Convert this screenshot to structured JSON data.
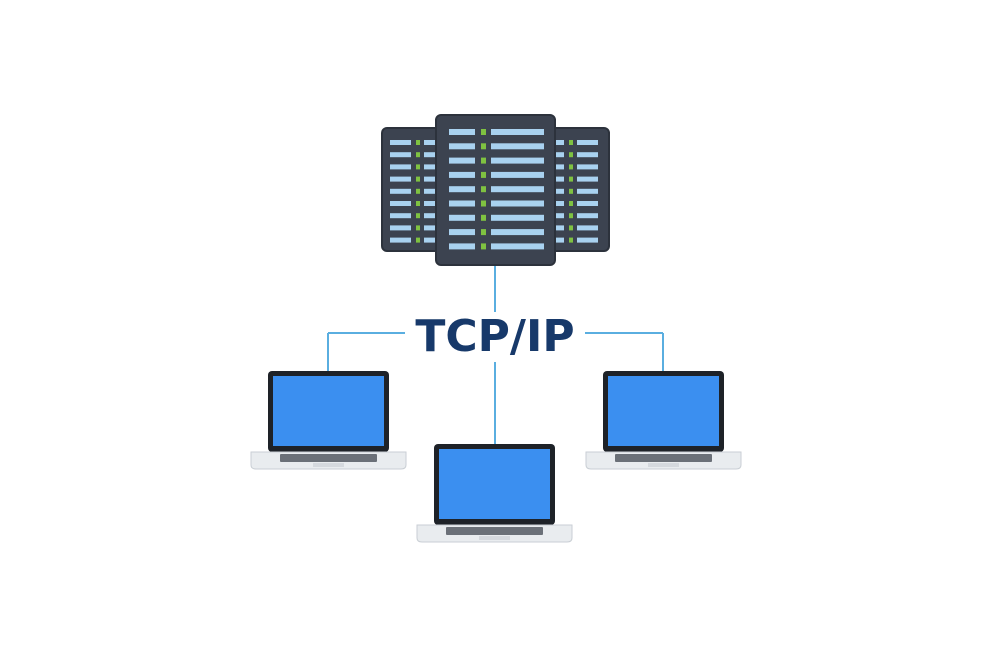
{
  "diagram": {
    "label": "TCP/IP",
    "nodes": [
      "server",
      "laptop-left",
      "laptop-center",
      "laptop-right"
    ],
    "colors": {
      "label": "#17396a",
      "line": "#5aaee0",
      "rack": "#3c4350",
      "rack_edge": "#2c323c",
      "slot": "#a9d2f0",
      "led": "#7fc241",
      "screen": "#3b8ff0",
      "bezel": "#1e2228",
      "base": "#e9ecef"
    }
  }
}
